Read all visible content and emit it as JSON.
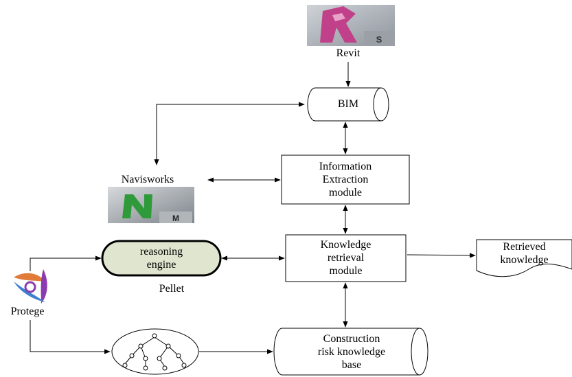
{
  "nodes": {
    "revit": {
      "label": "Revit"
    },
    "bim": {
      "label": "BIM"
    },
    "navisworks": {
      "label": "Navisworks"
    },
    "info_module": {
      "label": "Information\nExtraction\nmodule"
    },
    "knowledge_module": {
      "label": "Knowledge\nretrieval\nmodule"
    },
    "reasoning_engine": {
      "label": "reasoning\nengine"
    },
    "pellet": {
      "label": "Pellet"
    },
    "protege": {
      "label": "Protege"
    },
    "retrieved_knowledge": {
      "label": "Retrieved\nknowledge"
    },
    "risk_kb": {
      "label": "Construction\nrisk knowledge\nbase"
    }
  },
  "colors": {
    "reasoning_fill": "#dfe5cf",
    "revit_accent": "#c0408a",
    "navis_accent": "#2e9a3a",
    "protege_accent": "#8a3bb0"
  },
  "icons": [
    "revit-logo-icon",
    "navisworks-logo-icon",
    "protege-logo-icon",
    "ontology-tree-icon"
  ]
}
